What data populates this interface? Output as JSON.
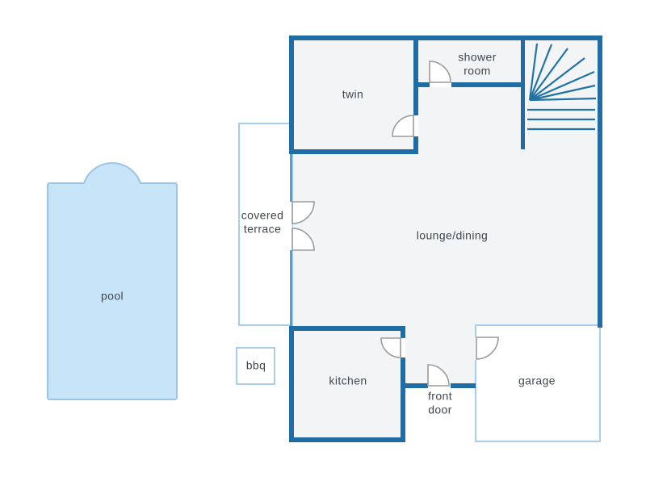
{
  "diagram_type": "floor-plan",
  "rooms": {
    "twin": {
      "label": "twin"
    },
    "shower_room": {
      "label": "shower room"
    },
    "lounge_dining": {
      "label": "lounge/dining"
    },
    "kitchen": {
      "label": "kitchen"
    },
    "garage": {
      "label": "garage"
    },
    "covered_terrace": {
      "label": "covered terrace"
    },
    "front_door": {
      "label": "front door"
    },
    "pool": {
      "label": "pool"
    },
    "bbq": {
      "label": "bbq"
    }
  },
  "features": {
    "stairs": "winder staircase fan, top-right corner",
    "doors": [
      "twin",
      "shower room",
      "terrace double doors",
      "kitchen",
      "front door",
      "garage"
    ]
  },
  "colors": {
    "background": "#ffffff",
    "wall": "#1f6da4",
    "glass": "#5aa0cd",
    "light_outline": "#a6cde9",
    "stair": "#2173a5",
    "floor": "#f3f4f5",
    "pool_fill": "#c8e4f8",
    "pool_border": "#9cc4e4",
    "door": "#9b9b9b",
    "label": "#3f474e"
  }
}
